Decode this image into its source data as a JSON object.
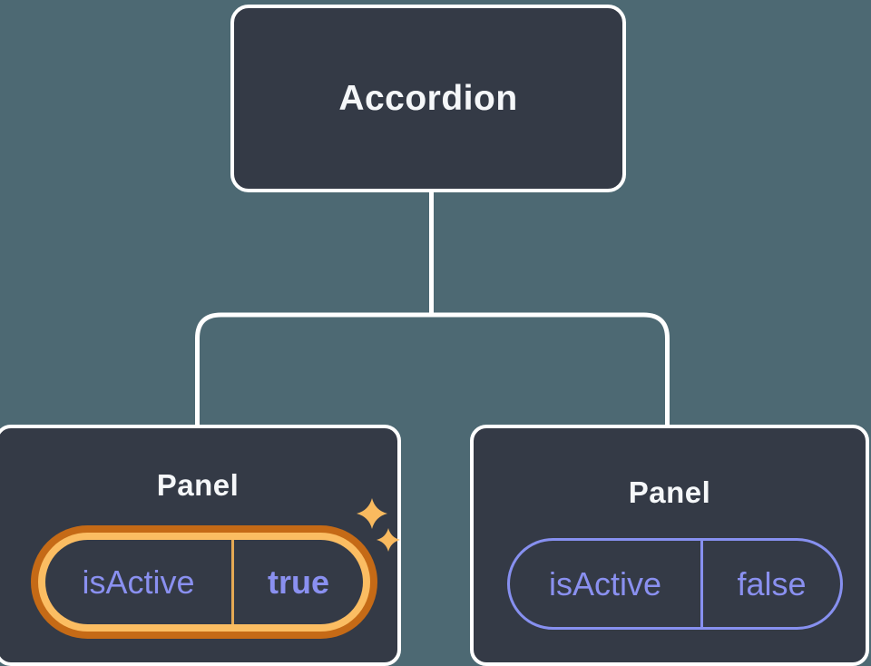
{
  "diagram": {
    "root": {
      "label": "Accordion"
    },
    "children": [
      {
        "label": "Panel",
        "prop": {
          "name": "isActive",
          "value": "true"
        },
        "highlighted": true
      },
      {
        "label": "Panel",
        "prop": {
          "name": "isActive",
          "value": "false"
        },
        "highlighted": false
      }
    ]
  },
  "icons": {
    "sparkles": "sparkles-icon"
  },
  "colors": {
    "background": "#4D6973",
    "node_fill": "#343A46",
    "node_border": "#FFFFFF",
    "title_text": "#F5F7F9",
    "prop_purple": "#8A90F0",
    "highlight_ring_outer": "#C56A16",
    "highlight_ring_inner": "#FBBD62",
    "highlight_divider": "#E5A954",
    "sparkle": "#F9BA5F",
    "connector": "#FFFFFF"
  }
}
